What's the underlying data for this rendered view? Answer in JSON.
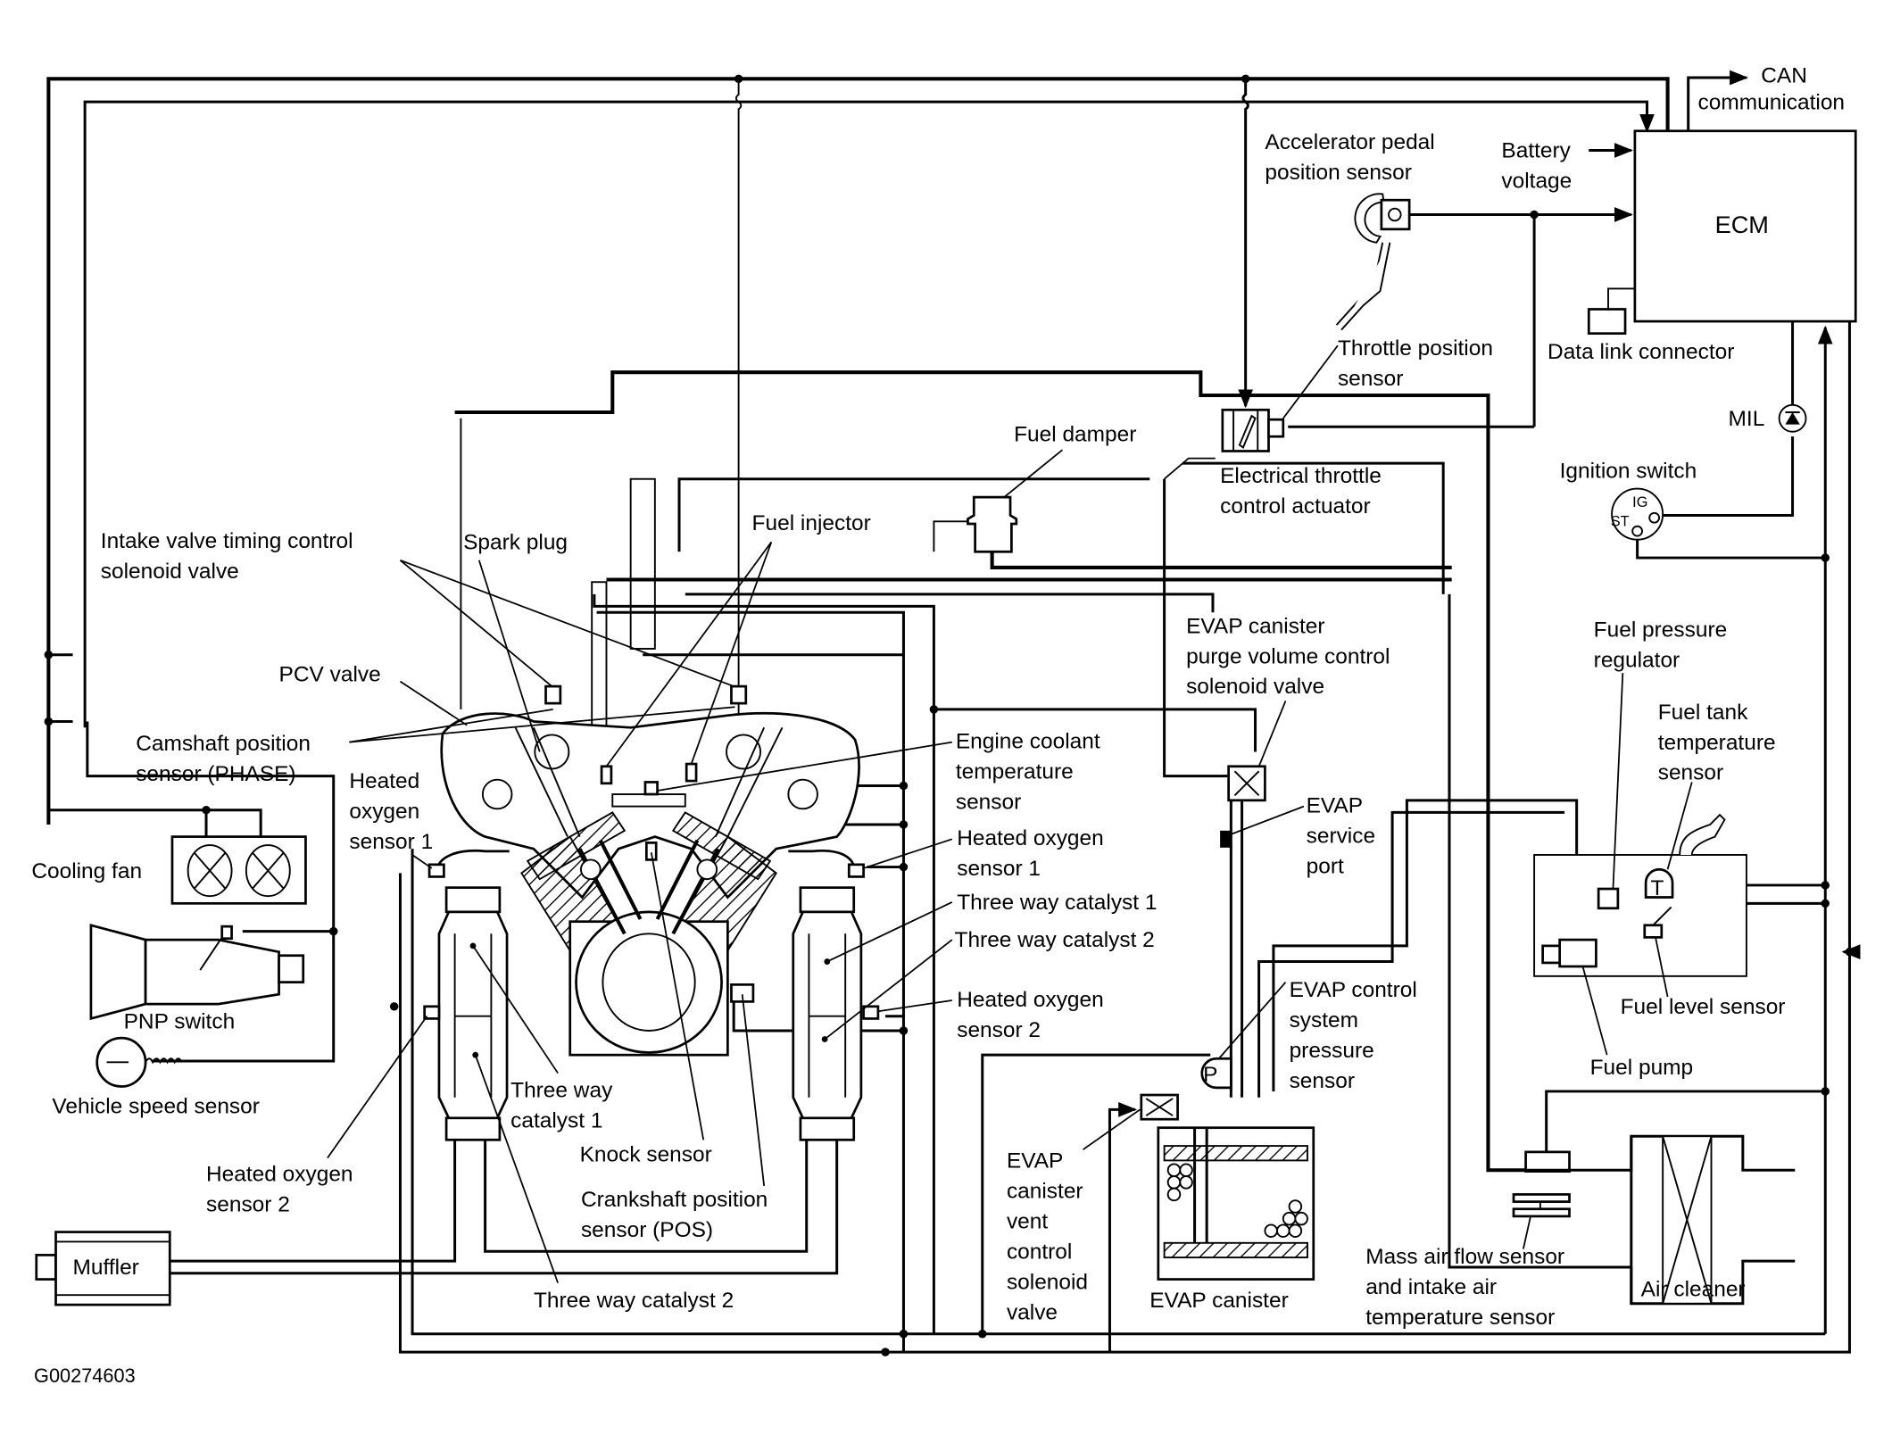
{
  "figure_id": "G00274603",
  "components": {
    "ecm": "ECM",
    "can": [
      "CAN",
      "communication"
    ],
    "battery": [
      "Battery",
      "voltage"
    ],
    "accel_pedal": [
      "Accelerator pedal",
      "position sensor"
    ],
    "throttle_pos": [
      "Throttle position",
      "sensor"
    ],
    "data_link": "Data link connector",
    "mil": "MIL",
    "ignition_switch": "Ignition switch",
    "ignition_ig": "IG",
    "ignition_st": "ST",
    "fuel_damper": "Fuel damper",
    "etc_actuator": [
      "Electrical throttle",
      "control actuator"
    ],
    "fuel_injector": "Fuel injector",
    "spark_plug": "Spark plug",
    "ivt_solenoid": [
      "Intake valve timing control",
      "solenoid valve"
    ],
    "pcv_valve": "PCV valve",
    "cmp_sensor": [
      "Camshaft position",
      "sensor (PHASE)"
    ],
    "ho2s1_left": [
      "Heated",
      "oxygen",
      "sensor 1"
    ],
    "cooling_fan": "Cooling fan",
    "pnp_switch": "PNP switch",
    "vss": "Vehicle speed sensor",
    "ho2s2_left": [
      "Heated oxygen",
      "sensor 2"
    ],
    "muffler": "Muffler",
    "twc1_left": [
      "Three way",
      "catalyst 1"
    ],
    "knock_sensor": "Knock sensor",
    "ckp_sensor": [
      "Crankshaft position",
      "sensor (POS)"
    ],
    "twc2_bottom": "Three way catalyst 2",
    "ect_sensor": [
      "Engine coolant",
      "temperature",
      "sensor"
    ],
    "ho2s1_right": [
      "Heated oxygen",
      "sensor 1"
    ],
    "twc1_right": "Three way catalyst 1",
    "twc2_right": "Three way catalyst 2",
    "ho2s2_right": [
      "Heated oxygen",
      "sensor 2"
    ],
    "evap_purge": [
      "EVAP canister",
      "purge volume control",
      "solenoid valve"
    ],
    "evap_port": [
      "EVAP",
      "service",
      "port"
    ],
    "evap_pressure": [
      "EVAP control",
      "system",
      "pressure",
      "sensor"
    ],
    "evap_vent": [
      "EVAP",
      "canister",
      "vent",
      "control",
      "solenoid",
      "valve"
    ],
    "evap_canister": "EVAP canister",
    "fuel_pressure_reg": [
      "Fuel pressure",
      "regulator"
    ],
    "fuel_tank_temp": [
      "Fuel tank",
      "temperature",
      "sensor"
    ],
    "fuel_tank_temp_glyph": "T",
    "fuel_level": "Fuel level sensor",
    "fuel_pump": "Fuel pump",
    "maf_sensor": [
      "Mass air flow sensor",
      "and intake air",
      "temperature sensor"
    ],
    "air_cleaner": "Air cleaner",
    "pressure_glyph": "P"
  }
}
